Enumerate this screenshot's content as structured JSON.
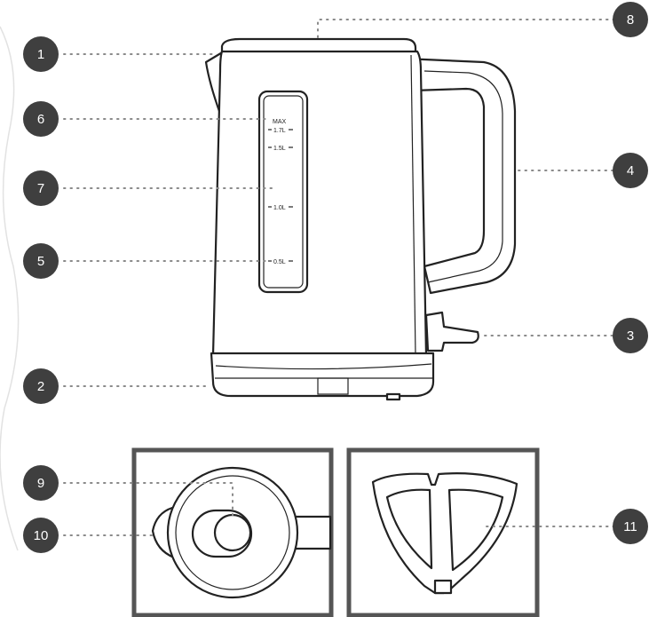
{
  "callouts": [
    "1",
    "2",
    "3",
    "4",
    "5",
    "6",
    "7",
    "8",
    "9",
    "10",
    "11"
  ],
  "window_scale": {
    "max": "MAX",
    "l17": "1.7L",
    "l15": "1.5L",
    "l10": "1.0L",
    "l05": "0.5L"
  },
  "colors": {
    "badge": "#3f3f3f",
    "outline": "#222222",
    "leader": "#8a8a8a",
    "frame": "#555555"
  }
}
